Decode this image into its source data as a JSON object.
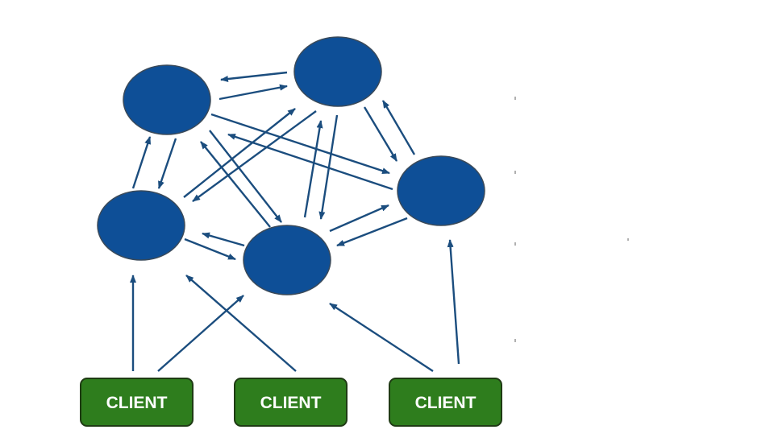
{
  "colors": {
    "node_fill": "#0e4f97",
    "node_stroke": "#3a4a5a",
    "client_fill": "#2e7d1d",
    "client_stroke": "#1f3b14",
    "arrow": "#1b4d7e"
  },
  "clients": [
    {
      "label": "CLIENT"
    },
    {
      "label": "CLIENT"
    },
    {
      "label": "CLIENT"
    }
  ]
}
